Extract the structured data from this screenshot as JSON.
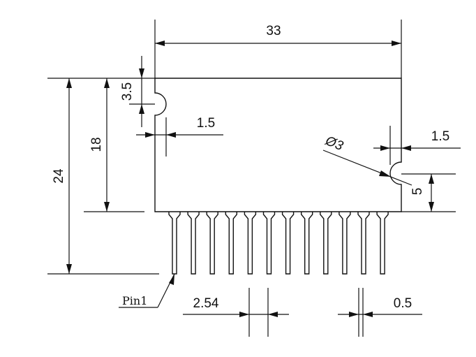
{
  "dimensions": {
    "body_width": "33",
    "notch_offset": "3.5",
    "notch_depth_left": "1.5",
    "lead_row_height": "18",
    "overall_height": "24",
    "hole_diameter": "Ø3",
    "notch_depth_right": "1.5",
    "hole_offset": "5",
    "pin_pitch": "2.54",
    "pin_width": "0.5"
  },
  "labels": {
    "pin1": "Pin1"
  },
  "package": {
    "pin_count": 12
  }
}
